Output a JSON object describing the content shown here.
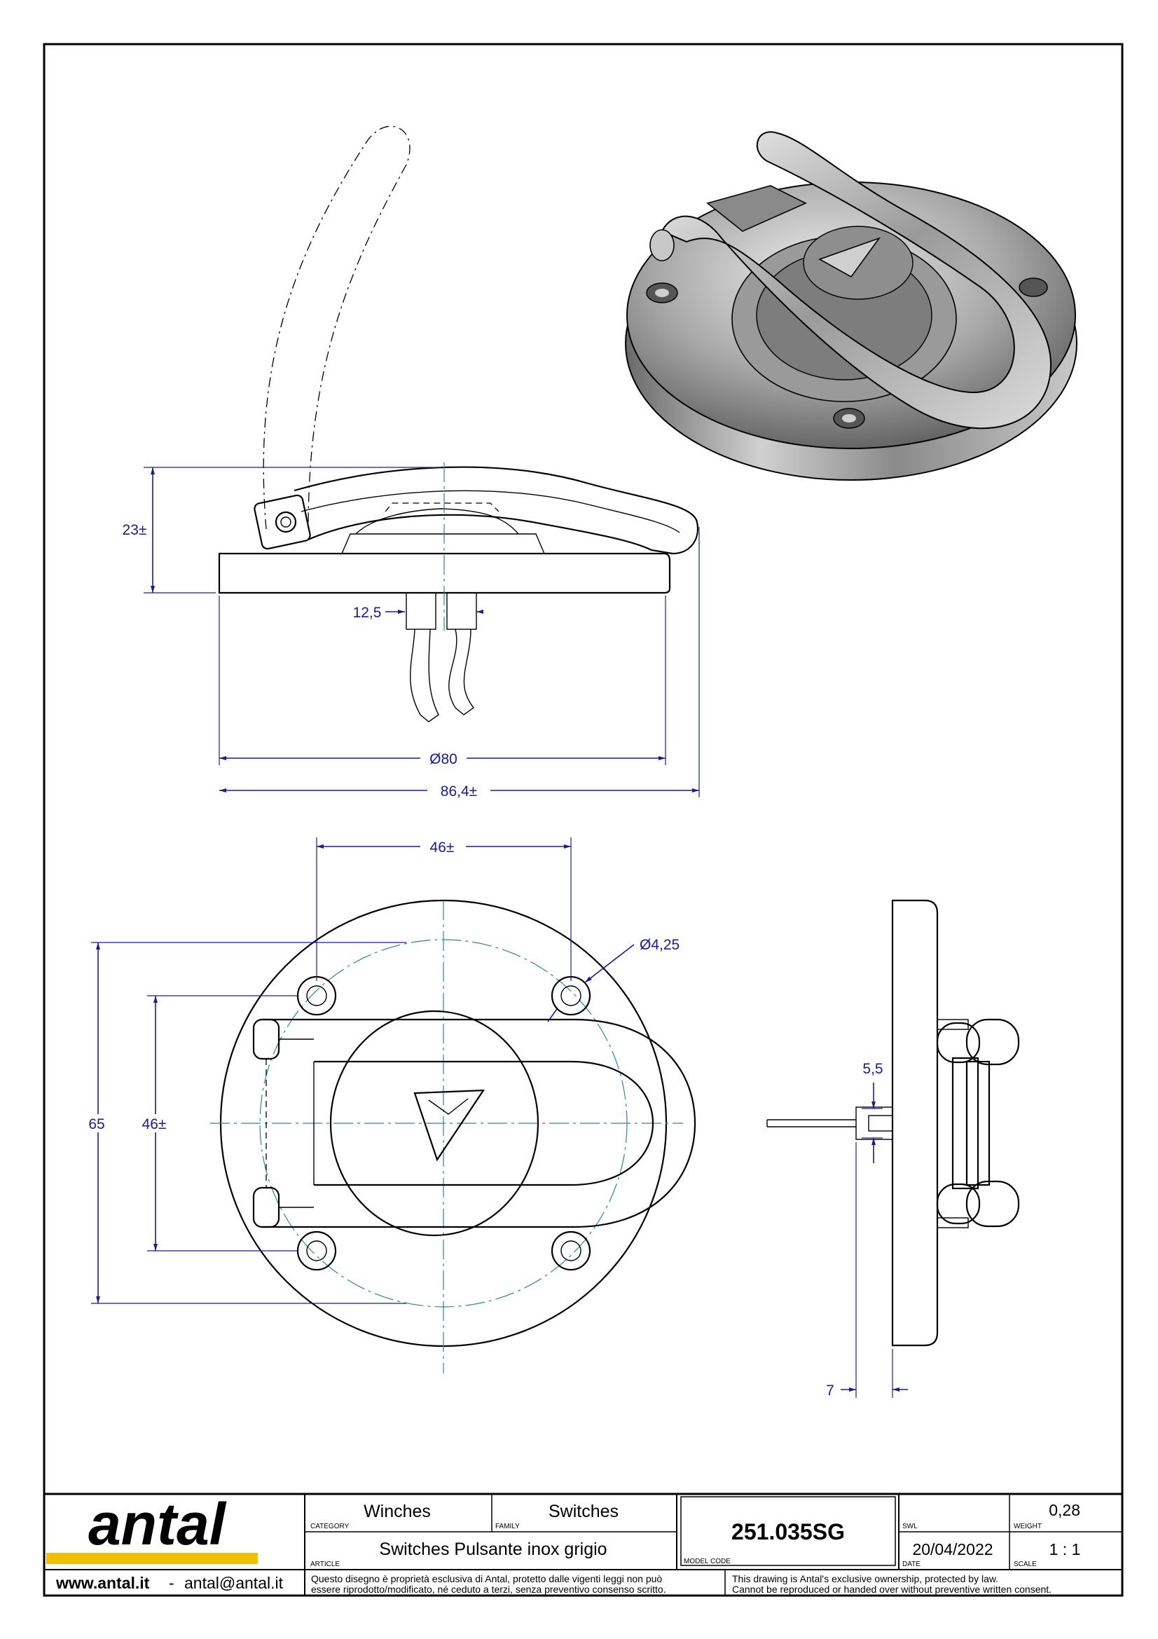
{
  "dimensions": {
    "height": "23±",
    "cable_spacing": "12,5",
    "diameter": "Ø80",
    "overall_length": "86,4±",
    "hole_spacing_x": "46±",
    "hole_diameter": "Ø4,25",
    "overall_height": "65",
    "hole_spacing_y": "46±",
    "stem_diameter": "5,5",
    "thickness": "7"
  },
  "title_block": {
    "logo_text": "antal",
    "website": "www.antal.it",
    "separator": "-",
    "email": "antal@antal.it",
    "category_label": "CATEGORY",
    "category": "Winches",
    "family_label": "FAMILY",
    "family": "Switches",
    "article_label": "ARTICLE",
    "article": "Switches Pulsante inox grigio",
    "model_code_label": "MODEL CODE",
    "model_code": "251.035SG",
    "swl_label": "SWL",
    "swl": "",
    "weight_label": "WEIGHT",
    "weight": "0,28",
    "date_label": "DATE",
    "date": "20/04/2022",
    "scale_label": "SCALE",
    "scale": "1 : 1",
    "notice_it_1": "Questo disegno è proprietà esclusiva di Antal, protetto dalle vigenti leggi non può",
    "notice_it_2": "essere riprodotto/modificato, né ceduto a terzi, senza preventivo consenso scritto.",
    "notice_en_1": "This drawing is Antal's exclusive ownership, protected by law.",
    "notice_en_2": "Cannot be reproduced or handed over without preventive written consent."
  },
  "colors": {
    "dimension": "#1a1a9a",
    "centerline": "#2a8a8a",
    "logo_bar": "#f0c000"
  }
}
